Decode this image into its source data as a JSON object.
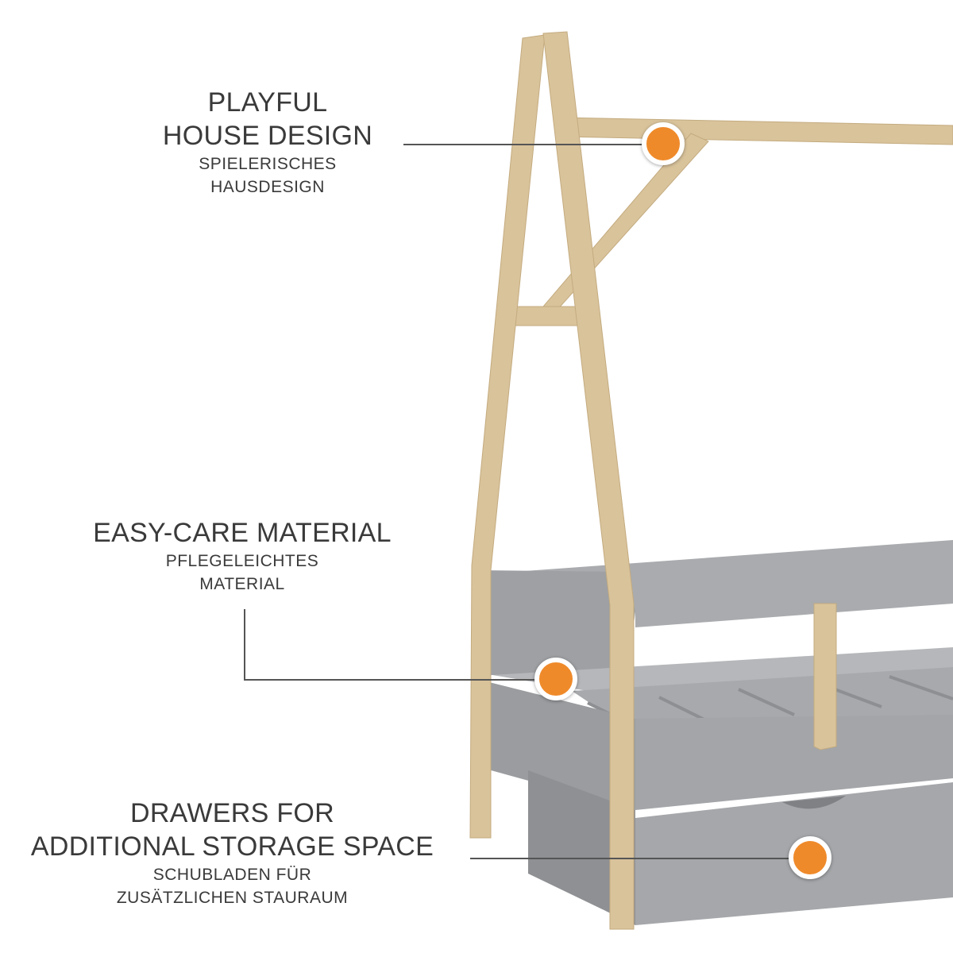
{
  "colors": {
    "accent": "#ef8a2a",
    "wood": "#d9c39b",
    "grey": "#9c9ea1",
    "text": "#3a3a3a"
  },
  "features": [
    {
      "en": [
        "PLAYFUL",
        "HOUSE DESIGN"
      ],
      "de": [
        "SPIELERISCHES",
        "HAUSDESIGN"
      ]
    },
    {
      "en": [
        "EASY-CARE MATERIAL"
      ],
      "de": [
        "PFLEGELEICHTES",
        "MATERIAL"
      ]
    },
    {
      "en": [
        "DRAWERS FOR",
        "ADDITIONAL STORAGE SPACE"
      ],
      "de": [
        "SCHUBLADEN FÜR",
        "ZUSÄTZLICHEN STAURAUM"
      ]
    }
  ]
}
